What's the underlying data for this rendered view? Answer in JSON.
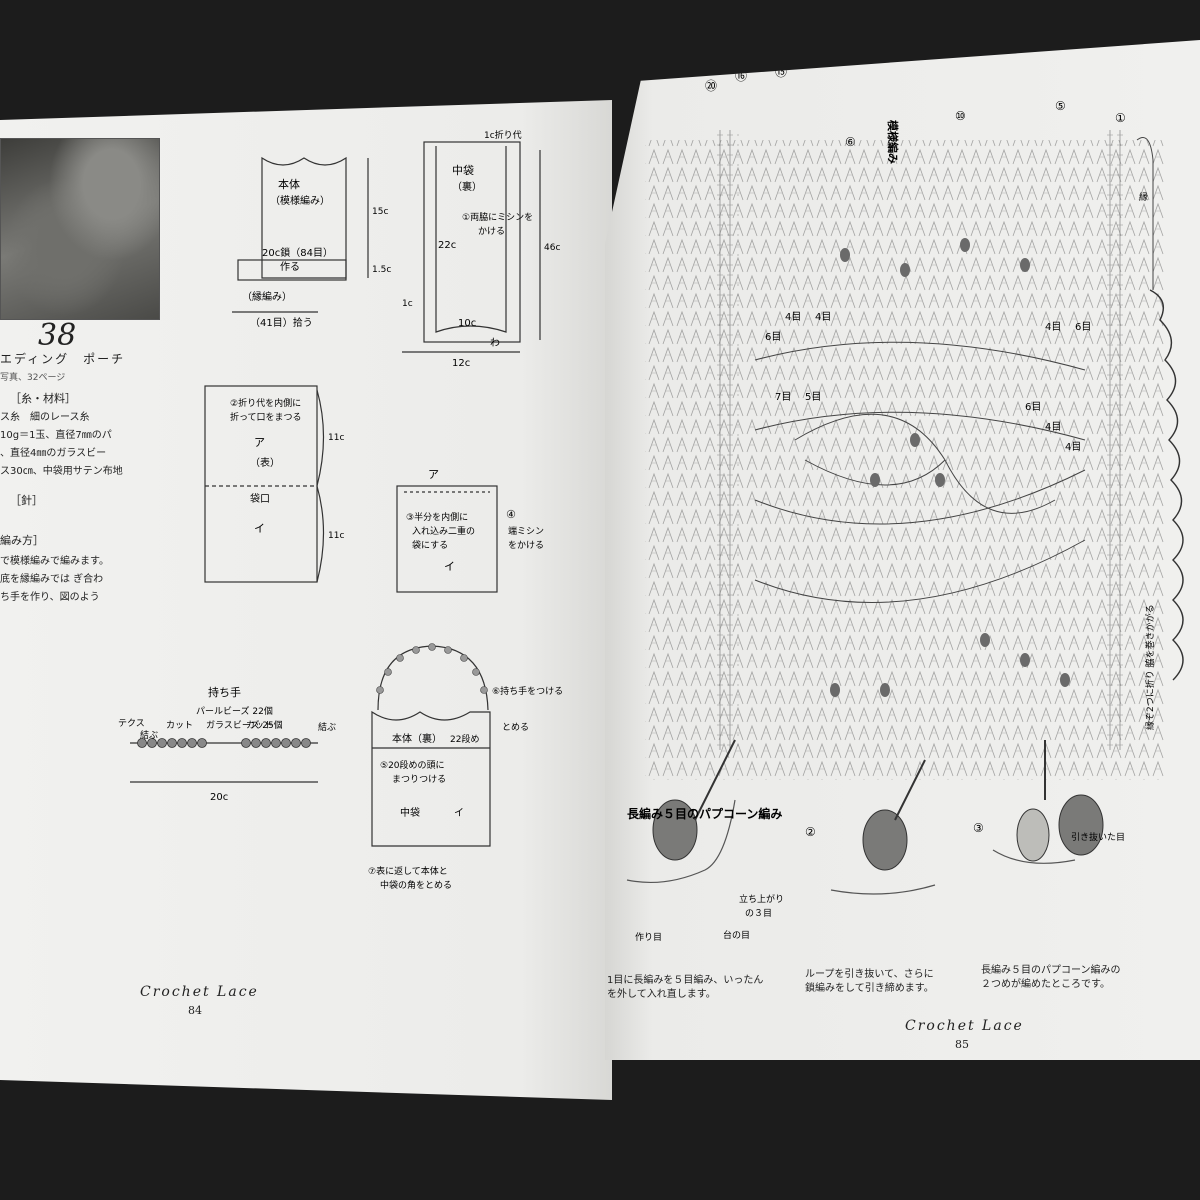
{
  "left": {
    "pattern_number": "38",
    "pattern_title": "エディング　ポーチ",
    "photo_ref": "写真、32ページ",
    "materials_header": "［糸・材料］",
    "materials_lines": [
      "ス糸　細のレース糸",
      "10g＝1玉、直径7㎜のパ",
      "、直径4㎜のガラスビー",
      "ス30㎝、中袋用サテン布地"
    ],
    "needle_header": "［針］",
    "method_header": "編み方］",
    "method_lines": [
      "で模様編みで編みます。",
      "底を縁編みでは ぎ合わ",
      "ち手を作り、図のよう"
    ],
    "fig1": {
      "title": "本体",
      "sub": "（模様編み）",
      "chain": "20c鎖（84目）",
      "make": "作る",
      "edge": "（縁編み）",
      "pick": "（41目）拾う",
      "h1": "15c",
      "h2": "1.5c"
    },
    "fig2": {
      "fold": "1c折り代",
      "bag": "中袋",
      "reverse": "（裏）",
      "step1a": "①両脇にミシンを",
      "step1b": "かける",
      "h": "22c",
      "w": "10c",
      "total": "12c",
      "wa": "わ",
      "side": "1c",
      "len": "46c"
    },
    "fig3": {
      "step2a": "②折り代を内側に",
      "step2b": "折って口をまつる",
      "a": "ア",
      "omote": "（表）",
      "mouth": "袋口",
      "i": "イ",
      "h1": "11c",
      "h2": "11c"
    },
    "fig4": {
      "a": "ア",
      "step3a": "③半分を内側に",
      "step3b": "入れ込み二重の",
      "step3c": "袋にする",
      "step4a": "④",
      "step4b": "端ミシン",
      "step4c": "をかける",
      "i": "イ"
    },
    "handle": {
      "title": "持ち手",
      "tex": "テクス",
      "knot1": "結ぶ",
      "cut1": "カット",
      "pearl": "パールビーズ 22個",
      "glass": "ガラスビーズ 25個",
      "cut2": "カット",
      "knot2": "結ぶ",
      "len": "20c"
    },
    "fig5": {
      "step6": "⑥持ち手をつける",
      "body": "本体（裏）",
      "edge22": "22段め",
      "stop": "とめる",
      "step5a": "⑤20段めの頭に",
      "step5b": "まつりつける",
      "bag": "中袋",
      "i": "イ",
      "step7a": "⑦表に返して本体と",
      "step7b": "中袋の角をとめる"
    },
    "footer_brand": "Crochet Lace",
    "footer_page": "84"
  },
  "right": {
    "chart_title": "模様編み",
    "row_markers": [
      "⑳",
      "⑯",
      "⑮",
      "⑩",
      "⑤",
      "①",
      "⑥"
    ],
    "counts": [
      "4目",
      "4目",
      "6目",
      "7目",
      "5目",
      "4目",
      "6目",
      "6目",
      "4目",
      "4目"
    ],
    "side_note": "縁ぞ2つに折り\n脇を巻きかがる",
    "side_mark": "縁",
    "popcorn_title": "長編み５目のパプコーン編み",
    "step_nums": [
      "②",
      "③"
    ],
    "labels": {
      "tachi": "立ち上がり",
      "three": "の３目",
      "dai": "台の目",
      "tsukurime": "作り目",
      "hikinuki": "引き抜いた目"
    },
    "step1_caption": "1目に長編みを５目編み、いったん\nを外して入れ直します。",
    "step2_caption": "ループを引き抜いて、さらに\n鎖編みをして引き締めます。",
    "step3_caption": "長編み５目のパプコーン編みの\n２つめが編めたところです。",
    "footer_brand": "Crochet Lace",
    "footer_page": "85"
  }
}
